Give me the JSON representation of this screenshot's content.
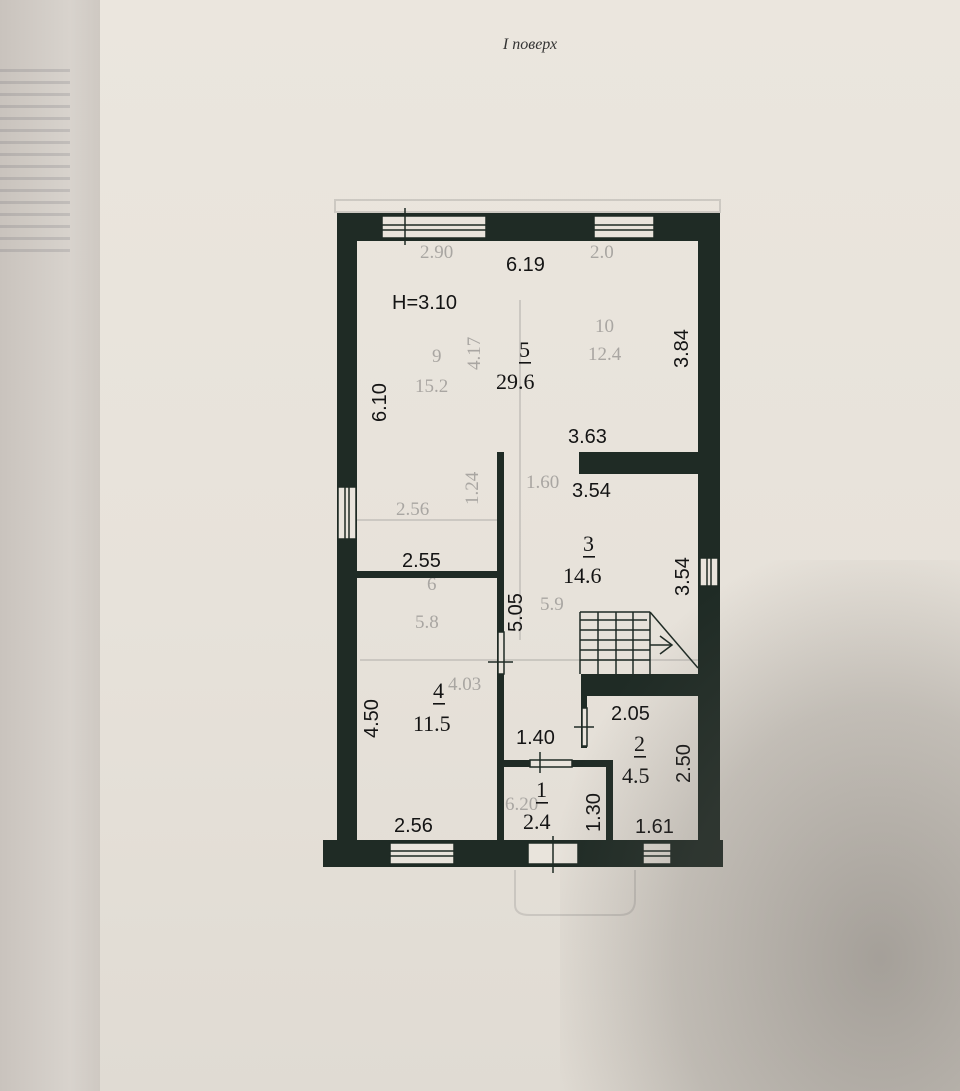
{
  "page_title": "I поверх",
  "floor_height_label": "H=3.10",
  "colors": {
    "wall": "#1f2b25",
    "paper": "#e9e4dc",
    "ink": "#141414"
  },
  "rooms": [
    {
      "number": "5",
      "area": "29.6"
    },
    {
      "number": "3",
      "area": "14.6"
    },
    {
      "number": "4",
      "area": "11.5"
    },
    {
      "number": "2",
      "area": "4.5"
    },
    {
      "number": "1",
      "area": "2.4"
    }
  ],
  "dimensions": {
    "r5_top": "6.19",
    "r5_left": "6.10",
    "r5_right": "3.84",
    "r5_mid": "3.63",
    "r3_top": "3.54",
    "r3_right": "3.54",
    "corridor": "5.05",
    "r4_top": "2.55",
    "r4_left": "4.50",
    "r4_bottom": "2.56",
    "r2_top": "2.05",
    "r2_right": "2.50",
    "r2_bottom": "1.61",
    "r1_top": "1.40",
    "r1_right": "1.30"
  },
  "ghost_labels": [
    "2.90",
    "2.0",
    "10",
    "12.4",
    "9",
    "15.2",
    "4.17",
    "1.24",
    "1.60",
    "2.56",
    "6",
    "5.8",
    "5.9",
    "4.03",
    "6.20"
  ]
}
